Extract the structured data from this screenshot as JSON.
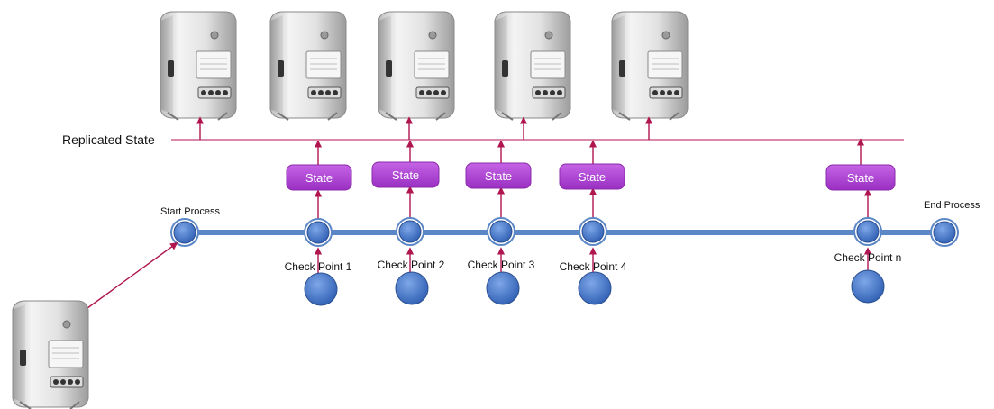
{
  "replicated_state_label": "Replicated State",
  "start_label": "Start Process",
  "end_label": "End Process",
  "checkpoints": [
    {
      "label": "Check Point 1",
      "state": "State"
    },
    {
      "label": "Check Point 2",
      "state": "State"
    },
    {
      "label": "Check Point 3",
      "state": "State"
    },
    {
      "label": "Check Point 4",
      "state": "State"
    },
    {
      "label": "Check Point n",
      "state": "State"
    }
  ],
  "server_count": 5,
  "client_count": 1,
  "colors": {
    "timeline": "#5b87c6",
    "node": "#3f6fc4",
    "arrow": "#b0154f",
    "replicated_line": "#d98aa8",
    "state_box": "#b244d6",
    "server_body": "#cfcfcf"
  },
  "icons": {
    "server": "server-tower-icon",
    "client": "desktop-tower-icon"
  }
}
